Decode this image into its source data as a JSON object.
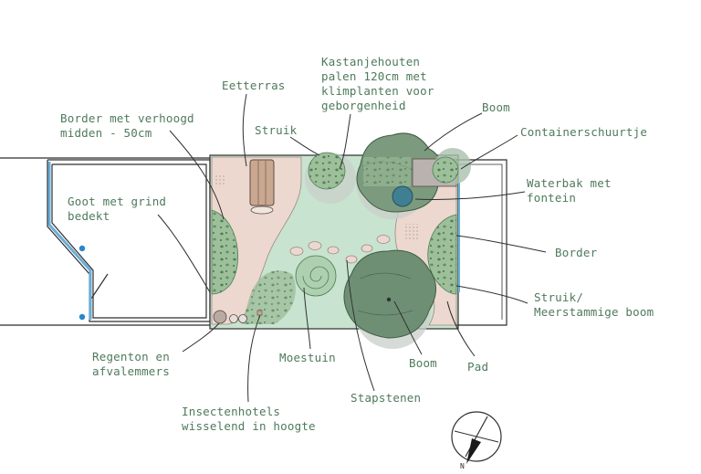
{
  "labels": {
    "kastanjehouten": "Kastanjehouten\npalen 120cm met\nklimplanten voor\ngeborgenheid",
    "eetterras": "Eetterras",
    "boom_top": "Boom",
    "border_verhoogd": "Border met verhoogd\nmidden - 50cm",
    "struik": "Struik",
    "containerschuurtje": "Containerschuurtje",
    "waterbak": "Waterbak met\nfontein",
    "goot": "Goot met grind\nbedekt",
    "border_right": "Border",
    "struik_meerstammige": "Struik/\nMeerstammige boom",
    "regenton": "Regenton en\nafvalemmers",
    "moestuin": "Moestuin",
    "boom_bottom": "Boom",
    "pad": "Pad",
    "stapstenen": "Stapstenen",
    "insectenhotels": "Insectenhotels\nwisselend in hoogte"
  },
  "compass": {
    "north_label": "N"
  },
  "colors": {
    "label_text": "#4f7a5c",
    "lawn": "#c8e3cf",
    "paving": "#ecd8cf",
    "tree_canopy": "#7c9a7e",
    "water": "#3b8fc4",
    "outline": "#2f2f2f"
  }
}
